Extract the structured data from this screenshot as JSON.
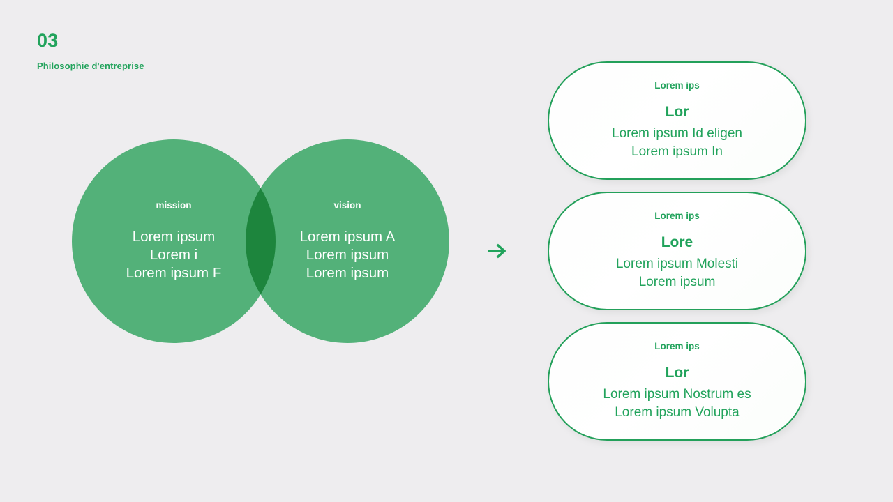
{
  "slide": {
    "number": "03",
    "subtitle": "Philosophie d'entreprise",
    "background_color": "#eeedef",
    "accent_color": "#22a35c",
    "circle_color": "#4cba77"
  },
  "venn": {
    "left": {
      "kicker": "mission",
      "body": "Lorem ipsum\nLorem i\nLorem ipsum F"
    },
    "right": {
      "kicker": "vision",
      "body": "Lorem ipsum A\nLorem ipsum\nLorem ipsum"
    }
  },
  "arrow": {
    "icon": "arrow-right-icon",
    "color": "#22a35c"
  },
  "cards": [
    {
      "kicker": "Lorem ips",
      "title": "Lor",
      "body": "Lorem ipsum Id eligen\nLorem ipsum In"
    },
    {
      "kicker": "Lorem ips",
      "title": "Lore",
      "body": "Lorem ipsum Molesti\nLorem ipsum"
    },
    {
      "kicker": "Lorem ips",
      "title": "Lor",
      "body": "Lorem ipsum Nostrum es\nLorem ipsum Volupta"
    }
  ]
}
